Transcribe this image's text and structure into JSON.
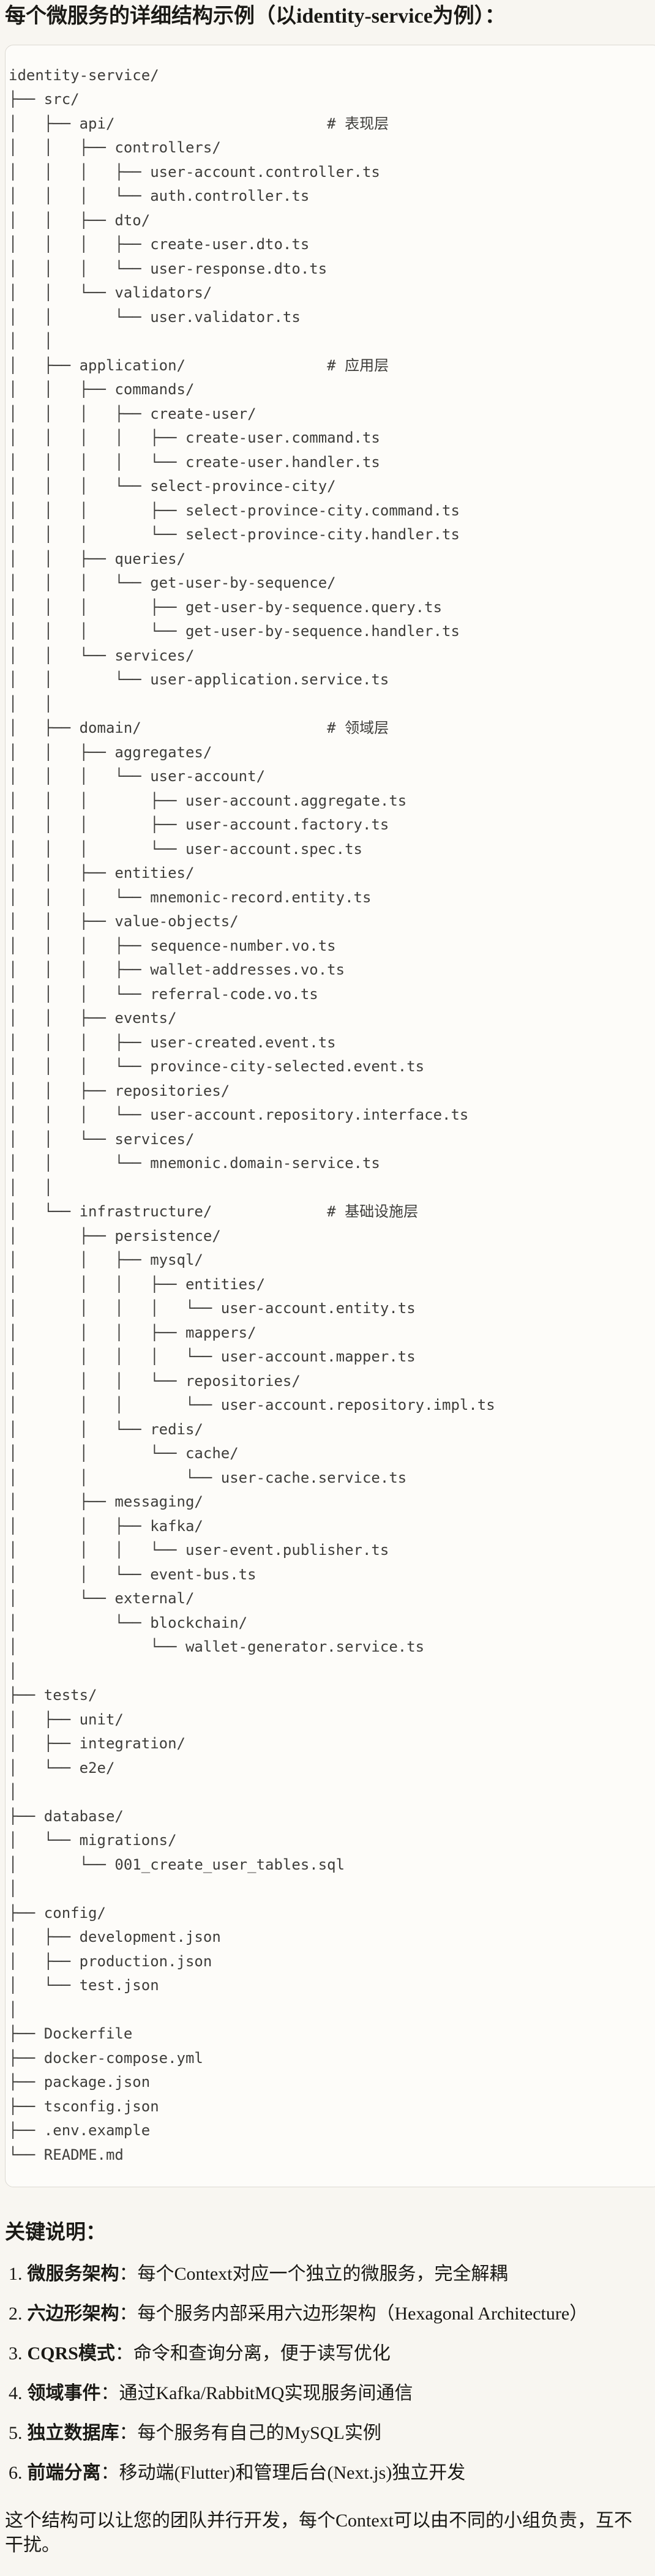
{
  "title": "每个微服务的详细结构示例（以identity-service为例）：",
  "tree": {
    "lines": [
      "identity-service/",
      "├── src/",
      "│   ├── api/                        # 表现层",
      "│   │   ├── controllers/",
      "│   │   │   ├── user-account.controller.ts",
      "│   │   │   └── auth.controller.ts",
      "│   │   ├── dto/",
      "│   │   │   ├── create-user.dto.ts",
      "│   │   │   └── user-response.dto.ts",
      "│   │   └── validators/",
      "│   │       └── user.validator.ts",
      "│   │",
      "│   ├── application/                # 应用层",
      "│   │   ├── commands/",
      "│   │   │   ├── create-user/",
      "│   │   │   │   ├── create-user.command.ts",
      "│   │   │   │   └── create-user.handler.ts",
      "│   │   │   └── select-province-city/",
      "│   │   │       ├── select-province-city.command.ts",
      "│   │   │       └── select-province-city.handler.ts",
      "│   │   ├── queries/",
      "│   │   │   └── get-user-by-sequence/",
      "│   │   │       ├── get-user-by-sequence.query.ts",
      "│   │   │       └── get-user-by-sequence.handler.ts",
      "│   │   └── services/",
      "│   │       └── user-application.service.ts",
      "│   │",
      "│   ├── domain/                     # 领域层",
      "│   │   ├── aggregates/",
      "│   │   │   └── user-account/",
      "│   │   │       ├── user-account.aggregate.ts",
      "│   │   │       ├── user-account.factory.ts",
      "│   │   │       └── user-account.spec.ts",
      "│   │   ├── entities/",
      "│   │   │   └── mnemonic-record.entity.ts",
      "│   │   ├── value-objects/",
      "│   │   │   ├── sequence-number.vo.ts",
      "│   │   │   ├── wallet-addresses.vo.ts",
      "│   │   │   └── referral-code.vo.ts",
      "│   │   ├── events/",
      "│   │   │   ├── user-created.event.ts",
      "│   │   │   └── province-city-selected.event.ts",
      "│   │   ├── repositories/",
      "│   │   │   └── user-account.repository.interface.ts",
      "│   │   └── services/",
      "│   │       └── mnemonic.domain-service.ts",
      "│   │",
      "│   └── infrastructure/             # 基础设施层",
      "│       ├── persistence/",
      "│       │   ├── mysql/",
      "│       │   │   ├── entities/",
      "│       │   │   │   └── user-account.entity.ts",
      "│       │   │   ├── mappers/",
      "│       │   │   │   └── user-account.mapper.ts",
      "│       │   │   └── repositories/",
      "│       │   │       └── user-account.repository.impl.ts",
      "│       │   └── redis/",
      "│       │       └── cache/",
      "│       │           └── user-cache.service.ts",
      "│       ├── messaging/",
      "│       │   ├── kafka/",
      "│       │   │   └── user-event.publisher.ts",
      "│       │   └── event-bus.ts",
      "│       └── external/",
      "│           └── blockchain/",
      "│               └── wallet-generator.service.ts",
      "│",
      "├── tests/",
      "│   ├── unit/",
      "│   ├── integration/",
      "│   └── e2e/",
      "│",
      "├── database/",
      "│   └── migrations/",
      "│       └── 001_create_user_tables.sql",
      "│",
      "├── config/",
      "│   ├── development.json",
      "│   ├── production.json",
      "│   └── test.json",
      "│",
      "├── Dockerfile",
      "├── docker-compose.yml",
      "├── package.json",
      "├── tsconfig.json",
      "├── .env.example",
      "└── README.md"
    ]
  },
  "notes": {
    "heading": "关键说明：",
    "items": [
      {
        "num": "1.",
        "label": "微服务架构",
        "sep": "：",
        "text": "每个Context对应一个独立的微服务，完全解耦"
      },
      {
        "num": "2.",
        "label": "六边形架构",
        "sep": "：",
        "text": "每个服务内部采用六边形架构（Hexagonal Architecture）"
      },
      {
        "num": "3.",
        "label": "CQRS模式",
        "sep": "：",
        "text": "命令和查询分离，便于读写优化"
      },
      {
        "num": "4.",
        "label": "领域事件",
        "sep": "：",
        "text": "通过Kafka/RabbitMQ实现服务间通信"
      },
      {
        "num": "5.",
        "label": "独立数据库",
        "sep": "：",
        "text": "每个服务有自己的MySQL实例"
      },
      {
        "num": "6.",
        "label": "前端分离",
        "sep": "：",
        "text": "移动端(Flutter)和管理后台(Next.js)独立开发"
      }
    ],
    "closing": "这个结构可以让您的团队并行开发，每个Context可以由不同的小组负责，互不干扰。"
  },
  "colors": {
    "page_bg": "#f8f6f1",
    "code_bg": "#fdfcf9",
    "code_border": "#dcd9d2",
    "tree_text": "#3e3d3a",
    "body_text": "#1a1915"
  }
}
